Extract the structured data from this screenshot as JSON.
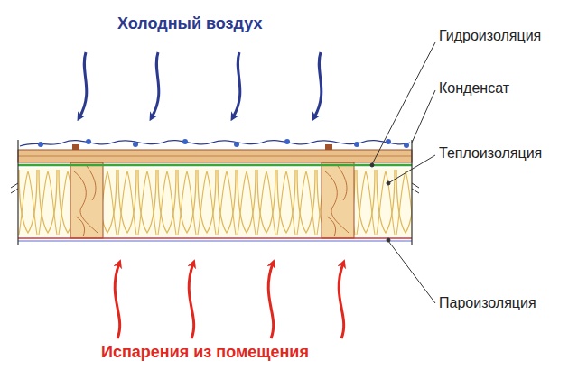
{
  "diagram": {
    "labels": [
      "Холодный воздух",
      "Гидроизоляция",
      "Конденсат",
      "Теплоизоляция",
      "Пароизоляция",
      "Испарения из помещения"
    ]
  }
}
